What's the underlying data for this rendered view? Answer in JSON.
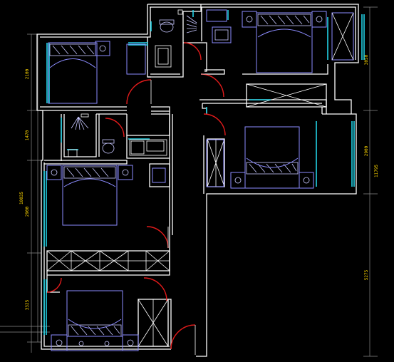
{
  "drawing": {
    "colors": {
      "background": "#000000",
      "walls": "#ffffff",
      "windows": "#22d3e6",
      "doors": "#e21b1b",
      "furniture": "#8c8cff",
      "dimension_text": "#ffd700"
    },
    "dimensions_left": [
      "2100",
      "1470",
      "10035",
      "2900",
      "3325"
    ],
    "dimensions_right": [
      "3050",
      "2900",
      "11795",
      "5275"
    ]
  }
}
